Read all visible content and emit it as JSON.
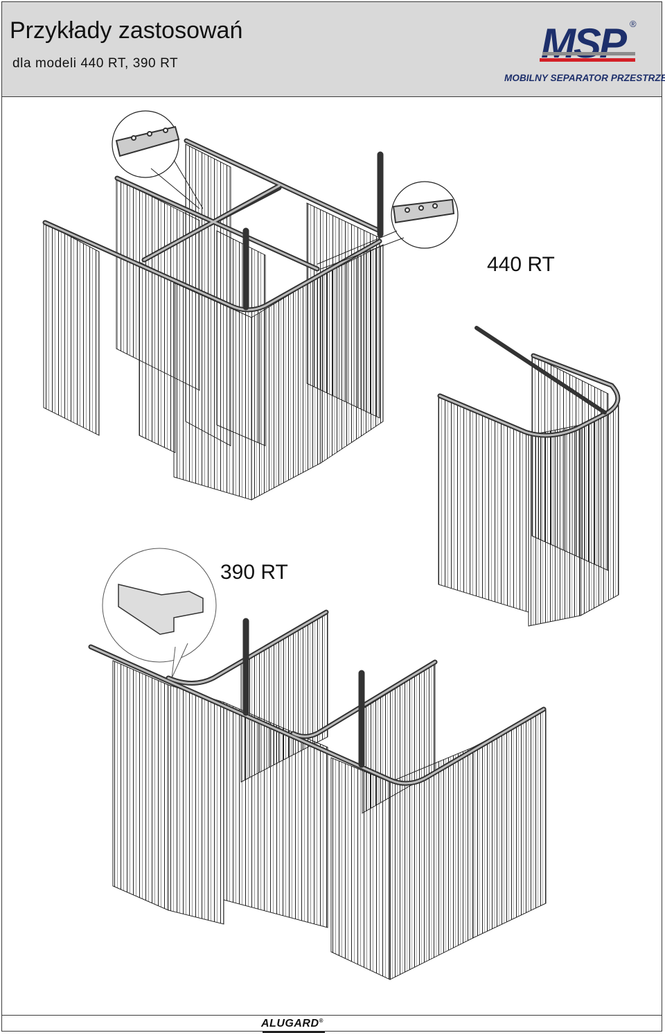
{
  "header": {
    "title": "Przykłady zastosowań",
    "subtitle": "dla modeli 440 RT, 390 RT"
  },
  "logo": {
    "wordmark": "MSP",
    "registered": "®",
    "tagline": "MOBILNY SEPARATOR PRZESTRZENI",
    "colors": {
      "navy": "#1d2f6b",
      "red": "#d32027",
      "gray": "#8c8c8c"
    }
  },
  "models": {
    "label_440": "440 RT",
    "label_390": "390 RT"
  },
  "footer": {
    "brand": "ALUGARD",
    "registered": "®"
  }
}
